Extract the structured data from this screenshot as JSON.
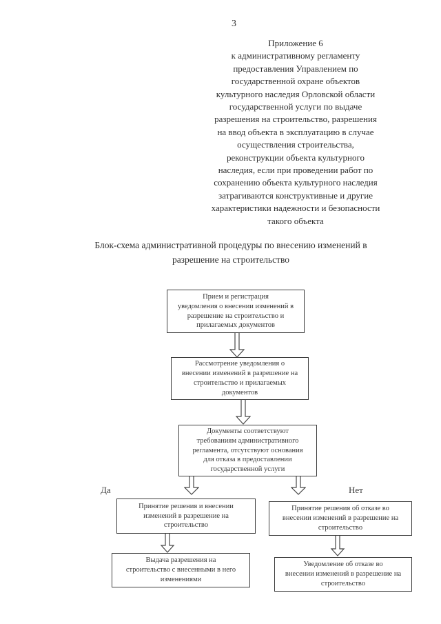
{
  "page": {
    "number": "3"
  },
  "appendix": {
    "text": "Приложение 6\nк административному регламенту\nпредоставления Управлением по\nгосударственной охране объектов\nкультурного наследия Орловской области\nгосударственной услуги по выдаче\nразрешения на строительство, разрешения\nна ввод объекта в эксплуатацию в случае\nосуществления строительства,\nреконструкции объекта культурного\nнаследия, если при проведении работ по\nсохранению объекта культурного наследия\nзатрагиваются конструктивные и другие\nхарактеристики надежности и безопасности\nтакого объекта"
  },
  "diagram": {
    "title": "Блок-схема административной процедуры по внесению изменений в\nразрешение на строительство",
    "boxes": {
      "reception": "Прием и регистрация\nуведомления о внесении изменений в\nразрешение на строительство и\nприлагаемых документов",
      "review": "Рассмотрение уведомления о\nвнесении изменений в разрешение на\nстроительство и прилагаемых\nдокументов",
      "condition": "Документы соответствуют\nтребованиям административного\nрегламента, отсутствуют основания\nдля отказа в предоставлении\nгосударственной услуги",
      "approve": "Принятие решения и внесении\nизменений в разрешение на\nстроительство",
      "issue": "Выдача разрешения на\nстроительство с внесенными в него\nизменениями",
      "refuse": "Принятие решения об отказе во\nвнесении изменений в разрешение на\nстроительство",
      "refusal_notice": "Уведомление об отказе во\nвнесении изменений в разрешение на\nстроительство"
    },
    "branch_labels": {
      "yes": "Да",
      "no": "Нет"
    }
  },
  "colors": {
    "text": "#2e2e2e",
    "box_border": "#3c3c3c",
    "background": "#ffffff"
  }
}
